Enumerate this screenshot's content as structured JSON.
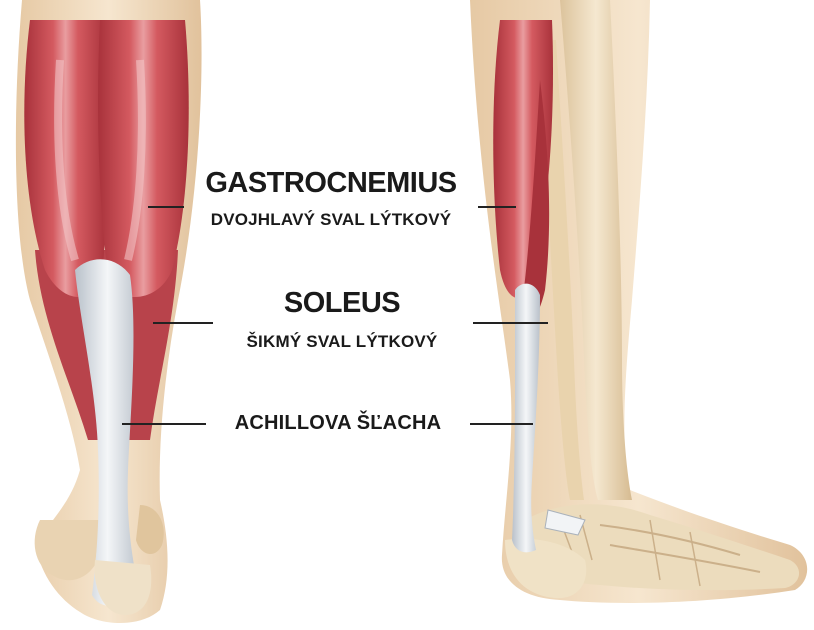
{
  "labels": {
    "gastrocnemius": "GASTROCNEMIUS",
    "gastrocnemius_cz": "DVOJHLAVÝ SVAL LÝTKOVÝ",
    "soleus": "SOLEUS",
    "soleus_cz": "ŠIKMÝ SVAL LÝTKOVÝ",
    "achilles": "ACHILLOVA ŠĽACHA"
  },
  "colors": {
    "muscle": "#c8474f",
    "muscle_dark": "#9e2a34",
    "muscle_light": "#e48a8e",
    "tendon": "#dfe3e8",
    "skin": "#f1dcc0",
    "bone": "#ead8b6",
    "leader_line": "#222222"
  }
}
